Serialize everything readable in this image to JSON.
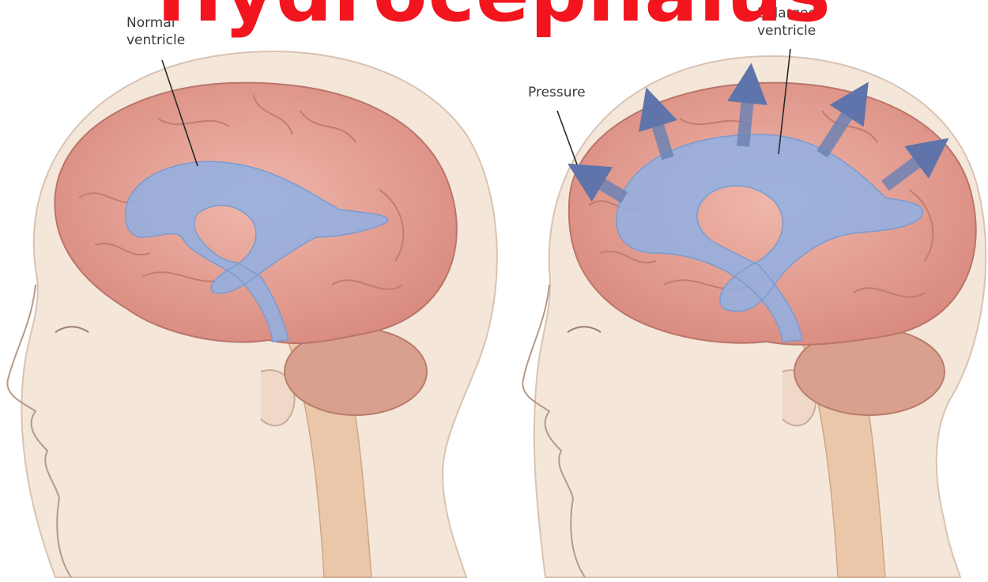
{
  "title": "Hydrocephalus",
  "labels": {
    "normal": "Normal\nventricle",
    "enlarged": "Enlarged\nventricle",
    "pressure": "Pressure"
  },
  "colors": {
    "title": "#f2151d",
    "skin": "#f5e6da",
    "brain": "#e9a59a",
    "ventricle": "#8fb0e4",
    "arrow": "#6d82b4"
  }
}
